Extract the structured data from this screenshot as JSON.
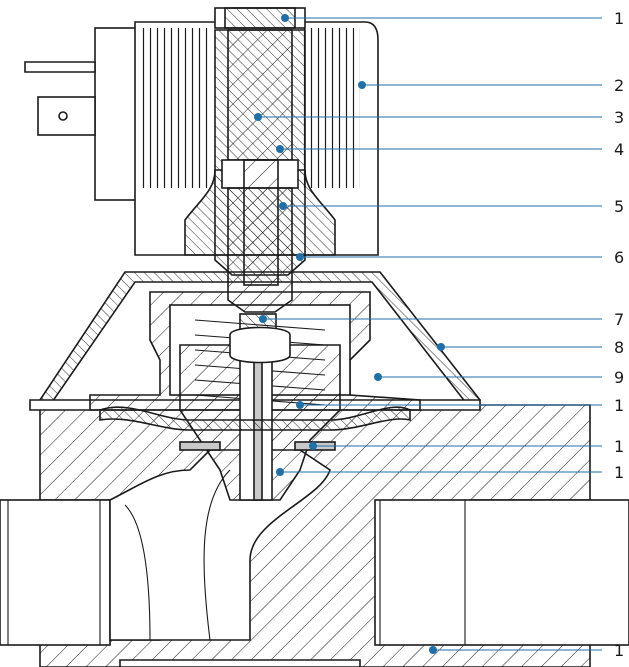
{
  "figure": {
    "callouts": [
      {
        "label": "1",
        "part": "top-nut"
      },
      {
        "label": "2",
        "part": "coil-housing"
      },
      {
        "label": "3",
        "part": "plunger"
      },
      {
        "label": "4",
        "part": "plunger-tube"
      },
      {
        "label": "5",
        "part": "threaded-stem"
      },
      {
        "label": "6",
        "part": "stem-seal"
      },
      {
        "label": "7",
        "part": "pilot-seal"
      },
      {
        "label": "8",
        "part": "cover-cap"
      },
      {
        "label": "9",
        "part": "bonnet"
      },
      {
        "label": "1",
        "part": "piston"
      },
      {
        "label": "1",
        "part": "main-seal"
      },
      {
        "label": "1",
        "part": "pilot-pin"
      },
      {
        "label": "1",
        "part": "valve-body"
      }
    ],
    "colors": {
      "leader": "#1f6fa8",
      "line": "#1a1a1a",
      "shade": "#c9c9c9"
    }
  }
}
